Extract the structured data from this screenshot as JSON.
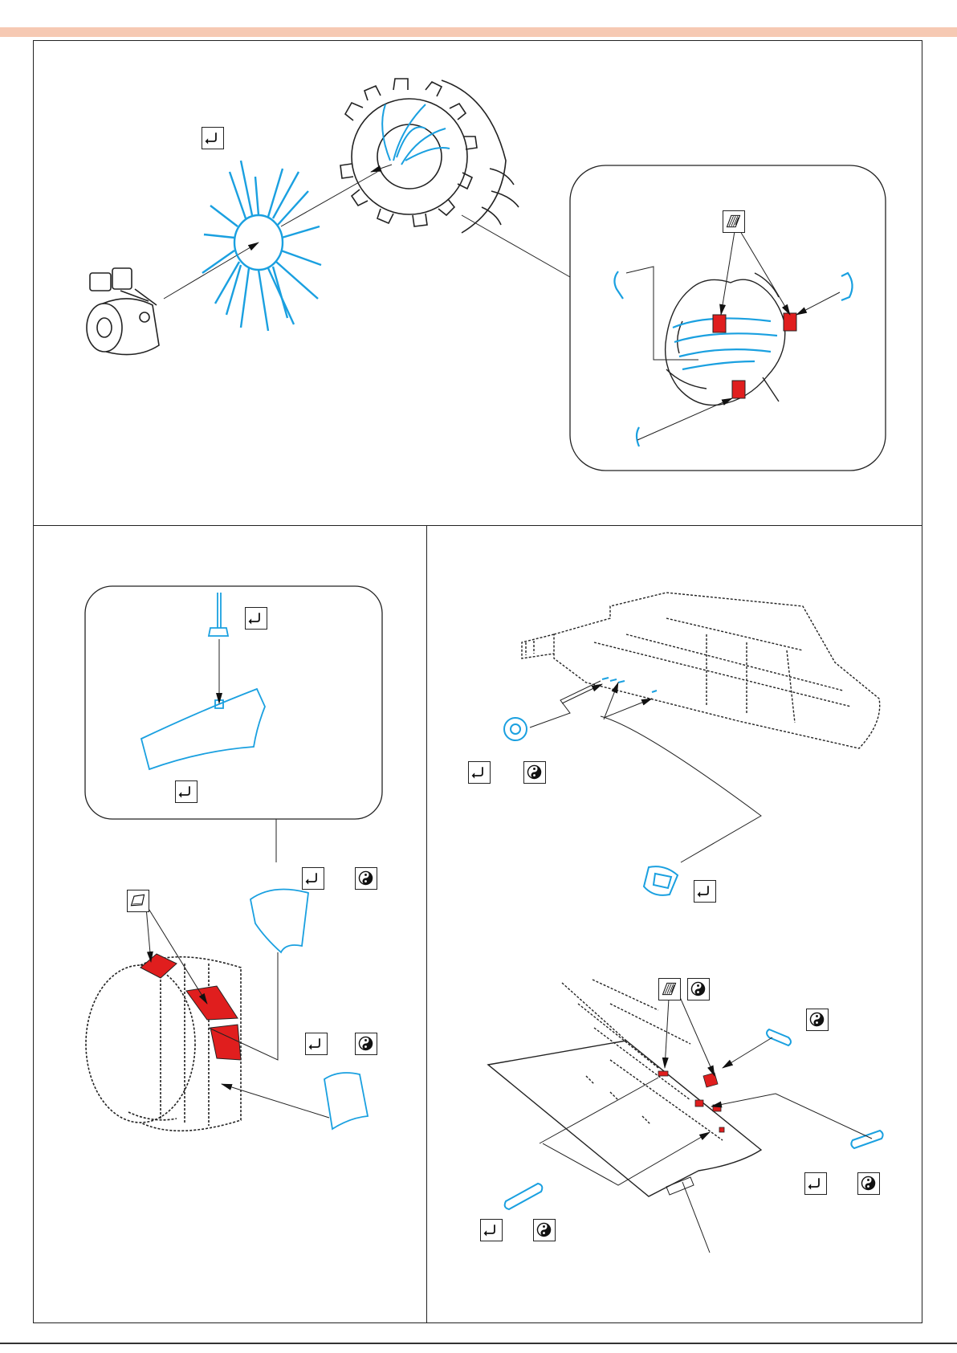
{
  "page": {
    "accent_colors": {
      "etched_part": "#1aa0e0",
      "red_part": "#e01e1e",
      "header_band": "#f6c9b3"
    }
  },
  "icons": [
    {
      "id": "bend-1",
      "symbol": "bend-icon"
    },
    {
      "id": "texture-1",
      "symbol": "hatched-panel-icon"
    },
    {
      "id": "bend-2",
      "symbol": "bend-icon"
    },
    {
      "id": "bend-3",
      "symbol": "bend-icon"
    },
    {
      "id": "bend-4",
      "symbol": "bend-icon"
    },
    {
      "id": "paint-4",
      "symbol": "yin-yang-icon"
    },
    {
      "id": "panel-1",
      "symbol": "panel-outline-icon"
    },
    {
      "id": "bend-5",
      "symbol": "bend-icon"
    },
    {
      "id": "paint-5",
      "symbol": "yin-yang-icon"
    },
    {
      "id": "bend-6",
      "symbol": "bend-icon"
    },
    {
      "id": "paint-6",
      "symbol": "yin-yang-icon"
    },
    {
      "id": "bend-7",
      "symbol": "bend-icon"
    },
    {
      "id": "texture-2",
      "symbol": "hatched-panel-icon"
    },
    {
      "id": "paint-7",
      "symbol": "yin-yang-icon"
    },
    {
      "id": "paint-8",
      "symbol": "yin-yang-icon"
    },
    {
      "id": "bend-8",
      "symbol": "bend-icon"
    },
    {
      "id": "paint-9",
      "symbol": "yin-yang-icon"
    },
    {
      "id": "bend-9",
      "symbol": "bend-icon"
    },
    {
      "id": "paint-10",
      "symbol": "yin-yang-icon"
    }
  ]
}
